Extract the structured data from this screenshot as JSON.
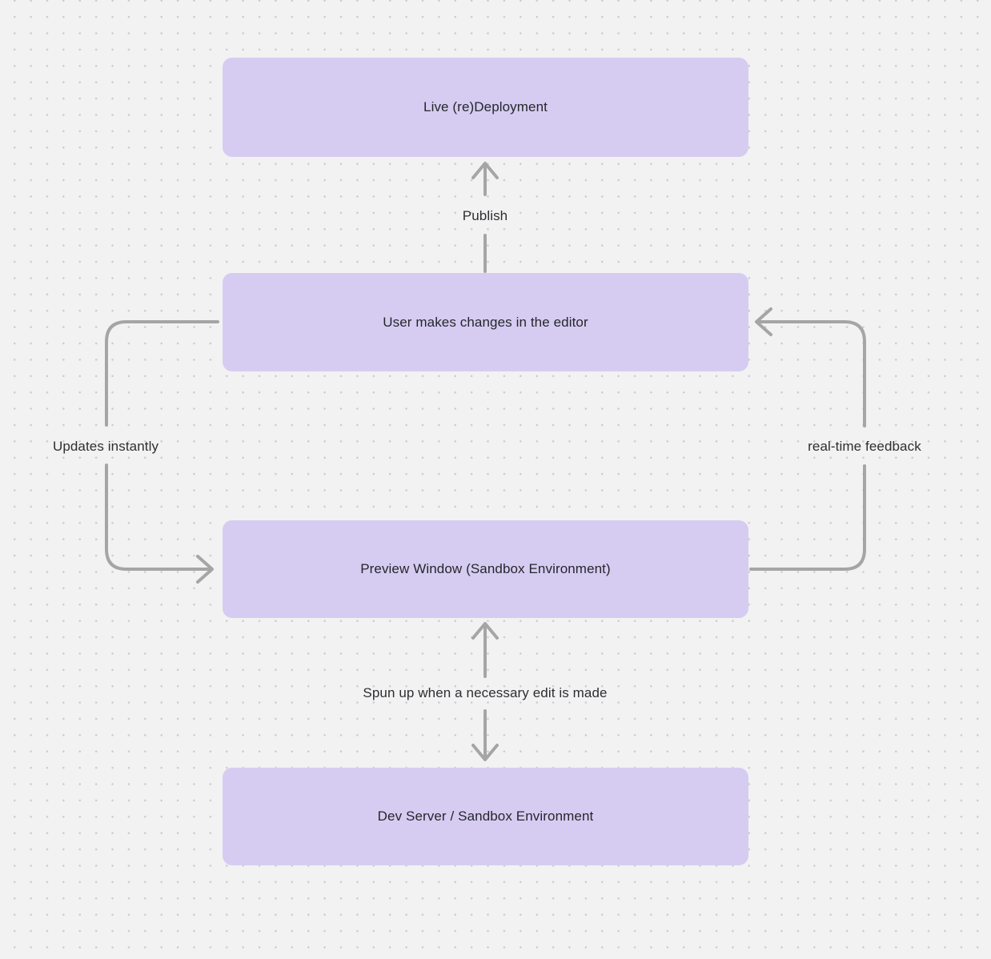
{
  "canvas": {
    "nodes": [
      {
        "id": "live-redeployment",
        "label": "Live (re)Deployment"
      },
      {
        "id": "user-changes",
        "label": "User makes changes in the editor"
      },
      {
        "id": "preview-window",
        "label": "Preview Window (Sandbox Environment)"
      },
      {
        "id": "dev-server",
        "label": "Dev Server / Sandbox Environment"
      }
    ],
    "edges": [
      {
        "id": "publish",
        "label": "Publish",
        "from": "user-changes",
        "to": "live-redeployment",
        "direction": "up"
      },
      {
        "id": "updates-instantly",
        "label": "Updates instantly",
        "from": "user-changes",
        "to": "preview-window",
        "direction": "left-loop-down"
      },
      {
        "id": "real-time-feedback",
        "label": "real-time feedback",
        "from": "preview-window",
        "to": "user-changes",
        "direction": "right-loop-up"
      },
      {
        "id": "spun-up",
        "label": "Spun up when a necessary edit is made",
        "from": "dev-server",
        "to": "preview-window",
        "direction": "both"
      }
    ]
  },
  "colors": {
    "bg": "#f2f2f2",
    "dot": "#cccccc",
    "node-fill": "#d6ccf2",
    "node-text": "#26262b",
    "connector": "#a5a5a5",
    "label-text": "#2e2e33"
  }
}
